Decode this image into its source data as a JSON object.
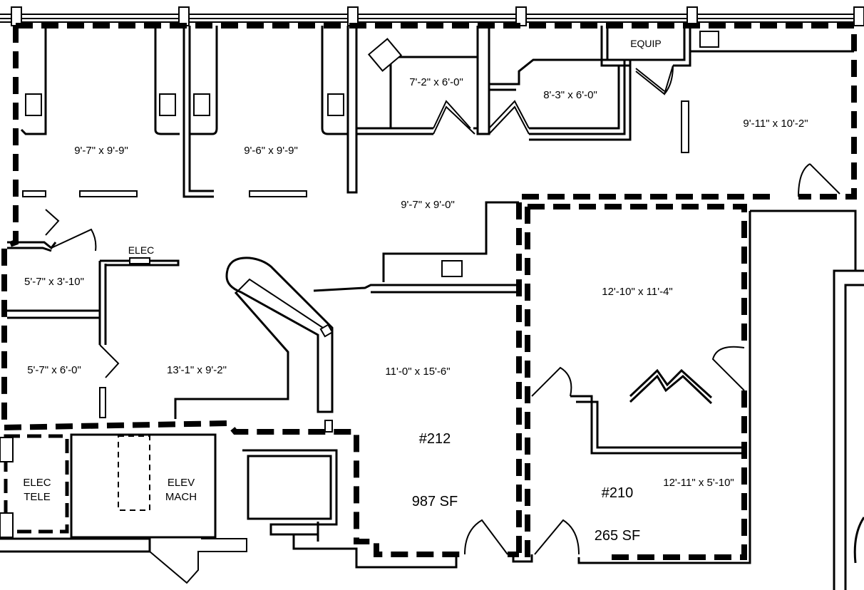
{
  "rooms": {
    "r1": "9'-7\" x 9'-9\"",
    "r2": "9'-6\" x 9'-9\"",
    "r3": "7'-2\" x 6'-0\"",
    "r4": "8'-3\" x 6'-0\"",
    "r5": "9'-11\" x 10'-2\"",
    "r6": "9'-7\" x 9'-0\"",
    "r7": "5'-7\" x 3'-10\"",
    "r8": "5'-7\" x 6'-0\"",
    "r9": "13'-1\" x 9'-2\"",
    "r10": "11'-0\" x 15'-6\"",
    "r11": "12'-10\" x 11'-4\"",
    "r12": "12'-11\" x 5'-10\""
  },
  "labels": {
    "equip": "EQUIP",
    "elec": "ELEC",
    "elec_tele_1": "ELEC",
    "elec_tele_2": "TELE",
    "elev_mach_1": "ELEV",
    "elev_mach_2": "MACH"
  },
  "suites": {
    "s212_number": "#212",
    "s212_area": "987 SF",
    "s210_number": "#210",
    "s210_area": "265 SF"
  }
}
